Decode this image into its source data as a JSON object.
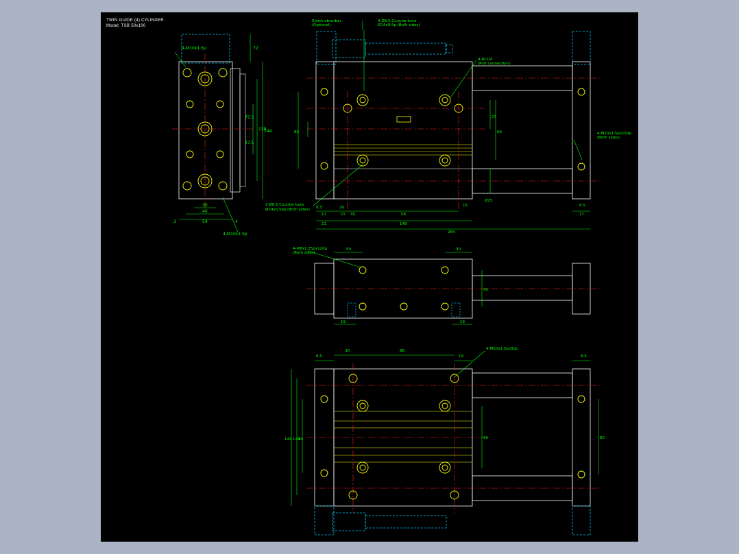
{
  "title": {
    "line1": "TWIN GUIDE (4) CYLINDER",
    "line2": "Model: TSB 50x100"
  },
  "callouts": {
    "side_thread": "4-M10x1.5p",
    "side_thread_bottom": "4-M10x1.5p",
    "shock_absorber": "Shock absorber",
    "shock_absorber_opt": "(Optional)",
    "counterbore": "4-Ø8.5 Counter bore",
    "counterbore_spec": "Ø14x8.5p (Both sides)",
    "port": "4-Rc1/4",
    "port_sub": "(Port connection)",
    "rod_thread": "4-M10x1.5px15dp",
    "rod_thread_sub": "(Both sides)",
    "pin_hole": "2-Ø8.5 Counter bore",
    "pin_hole_spec": "Ø14x5.5dp (Both sides)",
    "mid_thread": "4-M8x1.25px12dp",
    "mid_thread_sub": "(Both sides)",
    "bottom_thread": "4-M10x1.5px8dp"
  },
  "dims": {
    "side": [
      "72",
      "77.5",
      "27.5",
      "128",
      "144",
      "30",
      "40",
      "54",
      "3",
      "4"
    ],
    "front": [
      "80",
      "17",
      "20",
      "8.5",
      "15",
      "30",
      "58",
      "15",
      "Ø25",
      "8.5",
      "17",
      "21",
      "148",
      "284",
      "27",
      "66"
    ],
    "middle": [
      "50",
      "30",
      "40",
      "19",
      "19"
    ],
    "plan": [
      "8.5",
      "30",
      "88",
      "19",
      "8.5",
      "144",
      "124",
      "90",
      "66",
      "80"
    ]
  },
  "colors": {
    "background": "#000000",
    "frame": "#aab4c4",
    "outline": "#ffffff",
    "dimension": "#00ff00",
    "centerline": "#ff2020",
    "hidden": "#00c8ff",
    "hole": "#ffff00"
  }
}
